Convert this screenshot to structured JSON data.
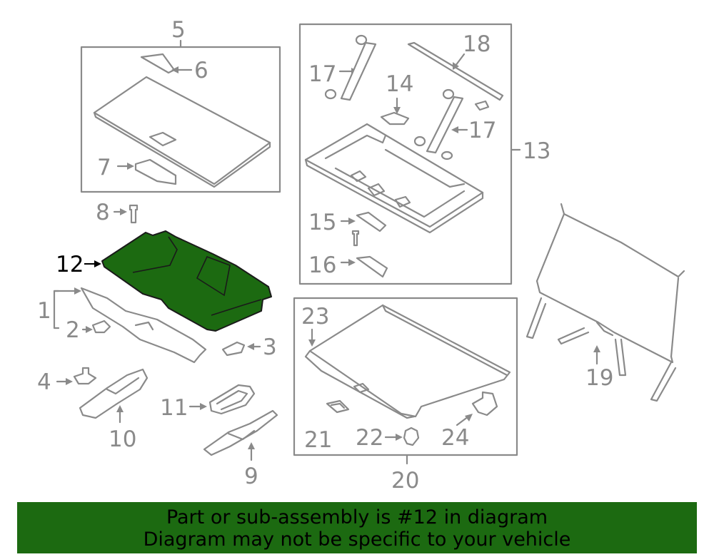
{
  "diagram": {
    "highlight_color": "#1c6a11",
    "line_color": "#8a8a8a",
    "labels": {
      "l1": "1",
      "l2": "2",
      "l3": "3",
      "l4": "4",
      "l5": "5",
      "l6": "6",
      "l7": "7",
      "l8": "8",
      "l9": "9",
      "l10": "10",
      "l11": "11",
      "l12": "12",
      "l13": "13",
      "l14": "14",
      "l15": "15",
      "l16": "16",
      "l17a": "17",
      "l17b": "17",
      "l18": "18",
      "l19": "19",
      "l20": "20",
      "l21": "21",
      "l22": "22",
      "l23": "23",
      "l24": "24"
    }
  },
  "banner": {
    "line1": "Part or sub-assembly is #12 in diagram",
    "line2": "Diagram may not be specific to your vehicle",
    "background": "#1c6a11"
  }
}
